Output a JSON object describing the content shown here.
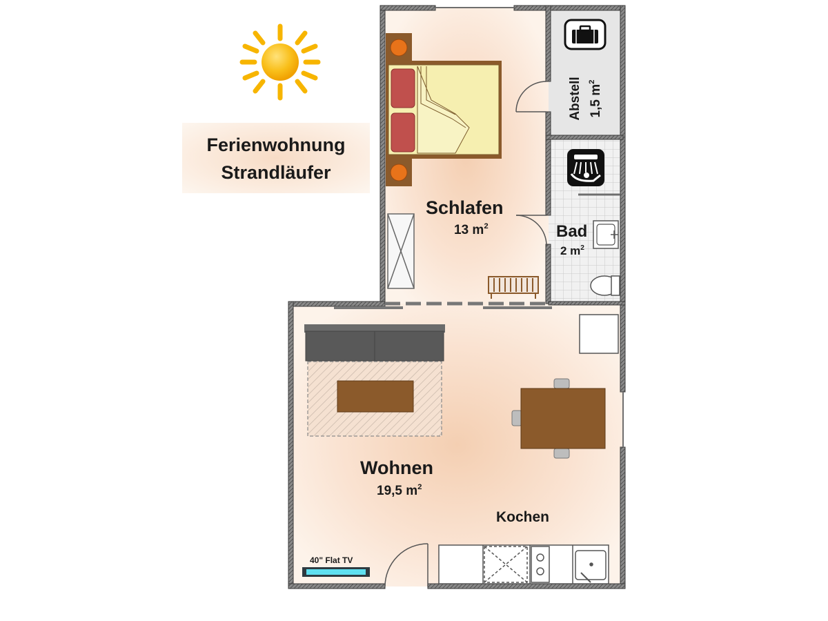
{
  "title": {
    "line1": "Ferienwohnung",
    "line2": "Strandläufer"
  },
  "rooms": {
    "schlafen": {
      "name": "Schlafen",
      "area_value": "13 m",
      "area_unit_exp": "2"
    },
    "bad": {
      "name": "Bad",
      "area_value": "2 m",
      "area_unit_exp": "2"
    },
    "abstell": {
      "name": "Abstell",
      "area_value": "1,5 m",
      "area_unit_exp": "2"
    },
    "wohnen": {
      "name": "Wohnen",
      "area_value": "19,5 m",
      "area_unit_exp": "2"
    },
    "kochen": {
      "name": "Kochen"
    }
  },
  "tv": {
    "label": "40\" Flat TV"
  },
  "icons": [
    "sun-icon",
    "suitcase-icon",
    "shower-icon"
  ],
  "colors": {
    "wall": "#6e6e6e",
    "floor_warm": "#f6d7bf",
    "bed_cover": "#f6efb0",
    "pillow": "#c0504d",
    "wood": "#8b5a2b",
    "sofa": "#595959",
    "tile": "#e9e9e9",
    "tv_screen": "#5fe0f0",
    "sun": "#f7b500"
  }
}
